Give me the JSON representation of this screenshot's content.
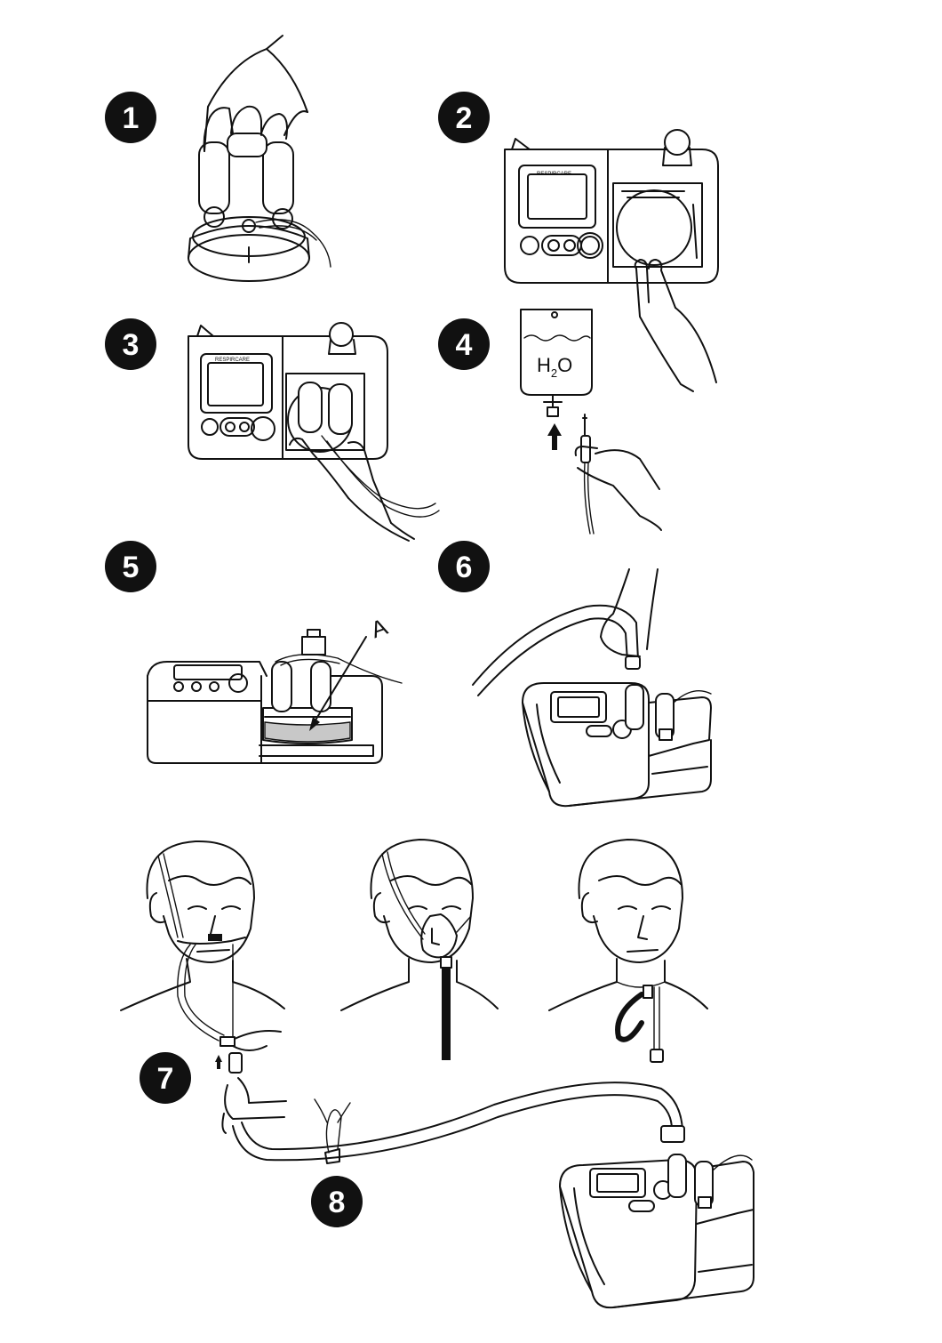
{
  "steps": [
    {
      "number": "1"
    },
    {
      "number": "2"
    },
    {
      "number": "3"
    },
    {
      "number": "4"
    },
    {
      "number": "5"
    },
    {
      "number": "6"
    },
    {
      "number": "7"
    },
    {
      "number": "8"
    }
  ],
  "labels": {
    "water_bag": "H2O",
    "water_bag_main": "H",
    "water_bag_sub": "2",
    "water_bag_end": "O",
    "pointer_a": "A"
  },
  "logos": {
    "device_brand": "RESPIRCARE"
  },
  "colors": {
    "line": "#111111",
    "background": "#ffffff",
    "water_fill": "#c8c8c8"
  }
}
